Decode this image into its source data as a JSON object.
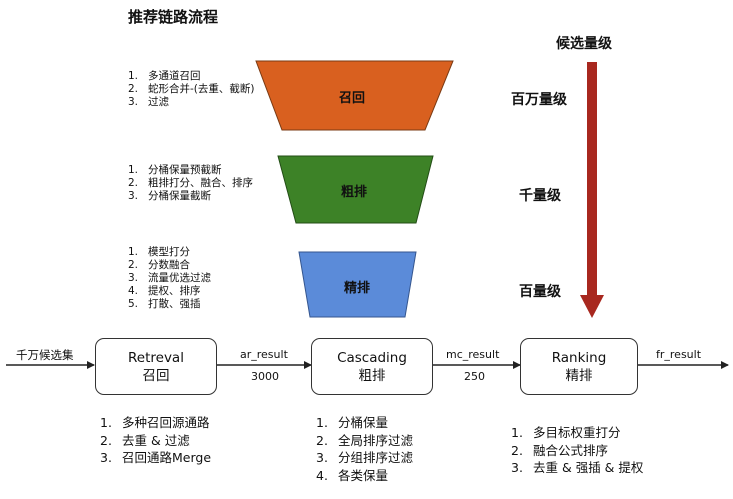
{
  "title": "推荐链路流程",
  "funnel": [
    {
      "label": "召回",
      "color": "#D9601F",
      "steps": [
        "多通道召回",
        "蛇形合并-(去重、截断)",
        "过滤"
      ]
    },
    {
      "label": "粗排",
      "color": "#3D8227",
      "steps": [
        "分桶保量预截断",
        "粗排打分、融合、排序",
        "分桶保量截断"
      ]
    },
    {
      "label": "精排",
      "color": "#5B8BD9",
      "steps": [
        "模型打分",
        "分数融合",
        "流量优选过滤",
        "提权、排序",
        "打散、强插"
      ]
    }
  ],
  "scale": {
    "title": "候选量级",
    "levels": [
      "百万量级",
      "千量级",
      "百量级"
    ]
  },
  "pipeline": {
    "input": "千万候选集",
    "stages": [
      {
        "en": "Retreval",
        "zh": "召回",
        "desc": [
          "多种召回源通路",
          "去重 & 过滤",
          "召回通路Merge"
        ]
      },
      {
        "en": "Cascading",
        "zh": "粗排",
        "desc": [
          "分桶保量",
          "全局排序过滤",
          "分组排序过滤",
          "各类保量"
        ]
      },
      {
        "en": "Ranking",
        "zh": "精排",
        "desc": [
          "多目标权重打分",
          "融合公式排序",
          "去重 & 强插 & 提权"
        ]
      }
    ],
    "edges": [
      {
        "name": "ar_result",
        "count": "3000"
      },
      {
        "name": "mc_result",
        "count": "250"
      },
      {
        "name": "fr_result",
        "count": ""
      }
    ]
  },
  "colors": {
    "arrow": "#A8281F",
    "line": "#222222"
  }
}
